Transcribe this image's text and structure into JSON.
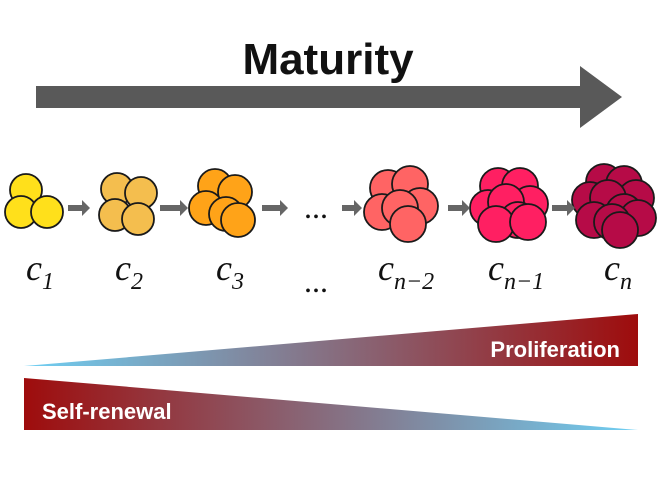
{
  "title": "Maturity",
  "stages": [
    {
      "base": "c",
      "sub": "1",
      "color": "#FFE01B",
      "cells": 3
    },
    {
      "base": "c",
      "sub": "2",
      "color": "#F4BE4E",
      "cells": 4
    },
    {
      "base": "c",
      "sub": "3",
      "color": "#FFA318",
      "cells": 5
    },
    {
      "base": "c",
      "sub": "n−2",
      "color": "#FF6464",
      "cells": 6
    },
    {
      "base": "c",
      "sub": "n−1",
      "color": "#FF1F62",
      "cells": 8
    },
    {
      "base": "c",
      "sub": "n",
      "color": "#B60B47",
      "cells": 10
    }
  ],
  "ellipsis": "...",
  "bars": {
    "proliferation": {
      "label": "Proliferation",
      "color_start": "#6FD0F4",
      "color_end": "#9E0C0C"
    },
    "self_renewal": {
      "label": "Self-renewal",
      "color_start": "#9E0C0C",
      "color_end": "#6FD0F4"
    }
  },
  "colors": {
    "arrow": "#595959",
    "small_arrow": "#666666"
  }
}
